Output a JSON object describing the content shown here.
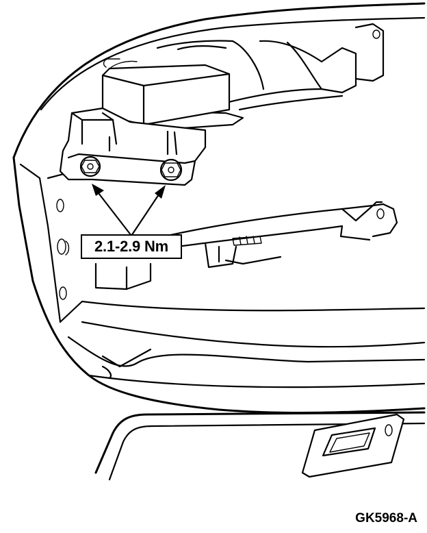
{
  "diagram": {
    "callout_torque": "2.1-2.9 Nm",
    "figure_id": "GK5968-A",
    "components": [
      "sensor-module",
      "mounting-bracket",
      "bolt",
      "bolt",
      "dash-panel",
      "glove-compartment-latch"
    ]
  }
}
